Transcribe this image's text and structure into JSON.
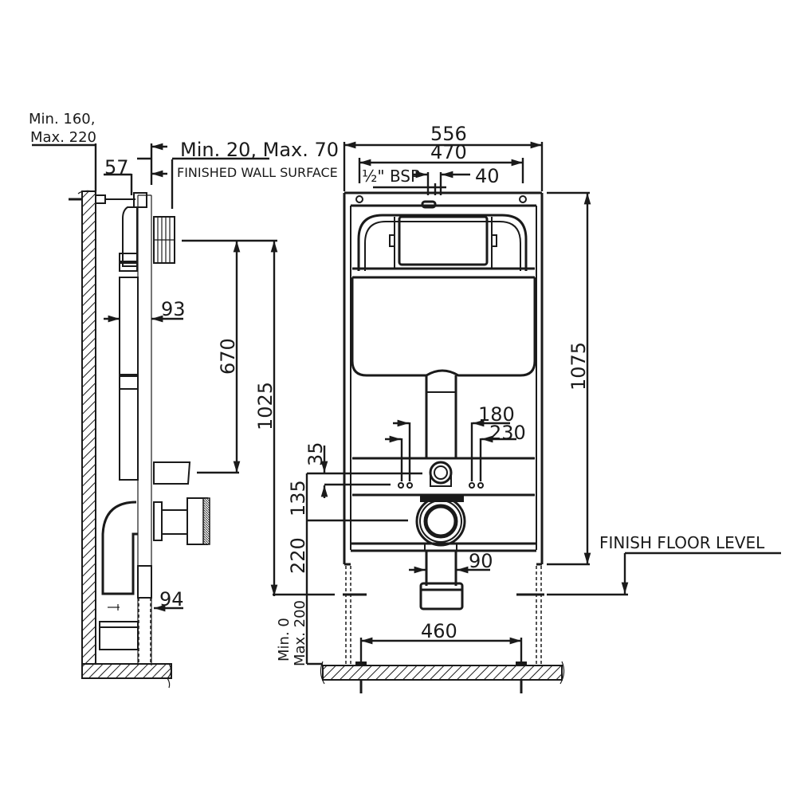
{
  "diagram": {
    "title": "Concealed cistern frame installation drawing",
    "side_view": {
      "labels": {
        "wall_depth": "Min. 160,",
        "wall_depth_max": "Max. 220",
        "offset_57": "57",
        "finished_wall_range": "Min. 20, Max. 70",
        "finished_wall_surface": "FINISHED WALL SURFACE",
        "depth_93": "93",
        "height_670": "670",
        "height_1025": "1025",
        "depth_94": "94"
      }
    },
    "front_view": {
      "labels": {
        "width_556": "556",
        "width_470": "470",
        "inlet": "½\" BSP",
        "inlet_offset_40": "40",
        "height_1075": "1075",
        "spacing_180": "180",
        "spacing_230": "230",
        "height_35": "35",
        "height_135": "135",
        "height_220": "220",
        "pipe_90": "90",
        "floor_gap_min": "Min. 0",
        "floor_gap_max": "Max. 200",
        "foot_spacing_460": "460",
        "finish_floor_level": "FINISH FLOOR LEVEL"
      }
    },
    "colors": {
      "line": "#1a1a1a",
      "background": "#ffffff"
    }
  }
}
